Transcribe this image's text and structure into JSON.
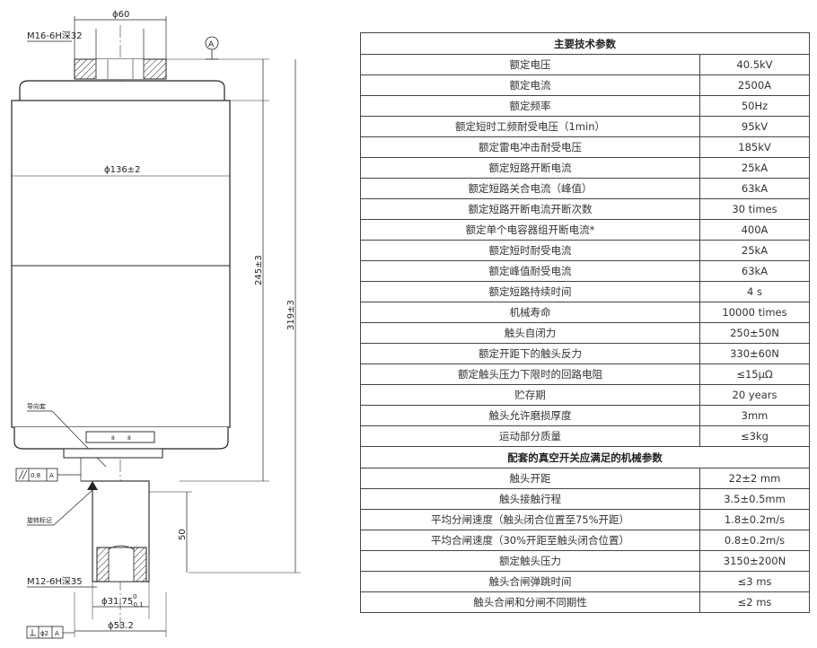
{
  "drawing": {
    "labels": {
      "top_diameter": "ϕ60",
      "top_thread": "M16-6H深32",
      "datum": "A",
      "body_diameter": "ϕ136±2",
      "height_inner": "245±3",
      "height_outer": "319±3",
      "guide_label": "导向套",
      "dot1": "8",
      "dot2": "8",
      "tol1": "0.8",
      "tol1_ref": "A",
      "rotation_label": "旋转标记",
      "stem_length": "50",
      "bottom_thread": "M12-6H深35",
      "stem_diameter": "ϕ31.75",
      "stem_tol_upper": "0",
      "stem_tol_lower": "-0.1",
      "base_diameter": "ϕ53.2",
      "tol2": "ϕ2",
      "tol2_ref": "A"
    }
  },
  "table": {
    "section1": "主要技术参数",
    "rows1": [
      {
        "name": "额定电压",
        "value": "40.5kV"
      },
      {
        "name": "额定电流",
        "value": "2500A"
      },
      {
        "name": "额定频率",
        "value": "50Hz"
      },
      {
        "name": "额定短时工频耐受电压（1min）",
        "value": "95kV"
      },
      {
        "name": "额定雷电冲击耐受电压",
        "value": "185kV"
      },
      {
        "name": "额定短路开断电流",
        "value": "25kA"
      },
      {
        "name": "额定短路关合电流（峰值）",
        "value": "63kA"
      },
      {
        "name": "额定短路开断电流开断次数",
        "value": "30 times"
      },
      {
        "name": "额定单个电容器组开断电流*",
        "value": "400A"
      },
      {
        "name": "额定短时耐受电流",
        "value": "25kA"
      },
      {
        "name": "额定峰值耐受电流",
        "value": "63kA"
      },
      {
        "name": "额定短路持续时间",
        "value": "4 s"
      },
      {
        "name": "机械寿命",
        "value": "10000 times"
      },
      {
        "name": "触头自闭力",
        "value": "250±50N"
      },
      {
        "name": "额定开距下的触头反力",
        "value": "330±60N"
      },
      {
        "name": "额定触头压力下限时的回路电阻",
        "value": "≤15μΩ"
      },
      {
        "name": "贮存期",
        "value": "20 years"
      },
      {
        "name": "触头允许磨损厚度",
        "value": "3mm"
      },
      {
        "name": "运动部分质量",
        "value": "≤3kg"
      }
    ],
    "section2": "配套的真空开关应满足的机械参数",
    "rows2": [
      {
        "name": "触头开距",
        "value": "22±2 mm"
      },
      {
        "name": "触头接触行程",
        "value": "3.5±0.5mm"
      },
      {
        "name": "平均分闸速度（触头闭合位置至75%开距）",
        "value": "1.8±0.2m/s"
      },
      {
        "name": "平均合闸速度（30%开距至触头闭合位置）",
        "value": "0.8±0.2m/s"
      },
      {
        "name": "额定触头压力",
        "value": "3150±200N"
      },
      {
        "name": "触头合闸弹跳时间",
        "value": "≤3 ms"
      },
      {
        "name": "触头合闸和分闸不同期性",
        "value": "≤2 ms"
      }
    ]
  }
}
